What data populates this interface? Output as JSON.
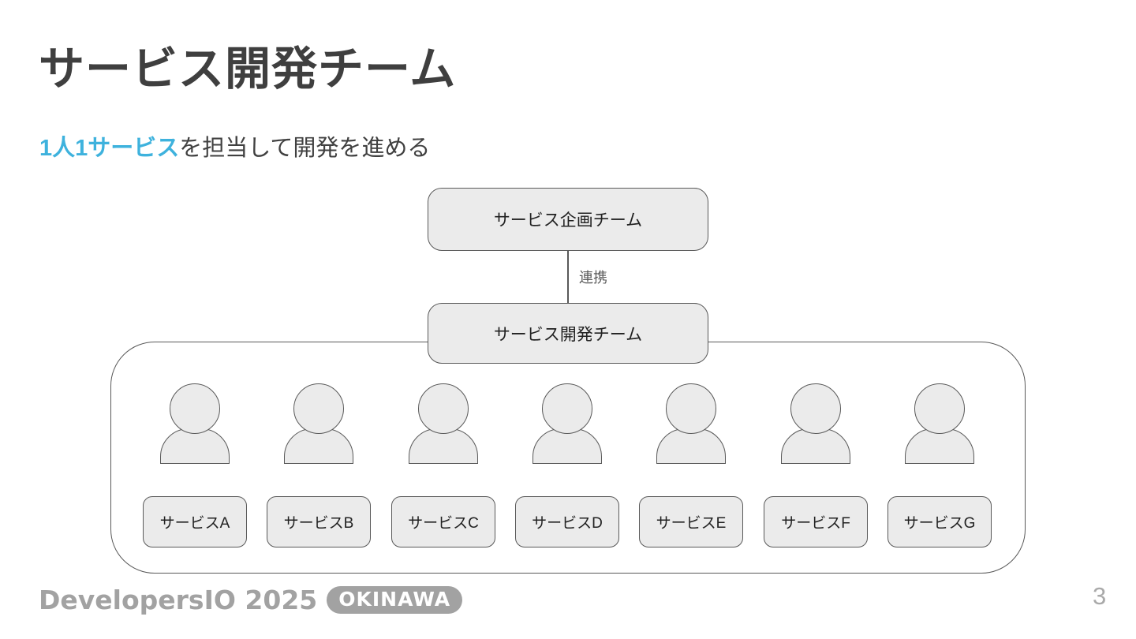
{
  "slide": {
    "title": "サービス開発チーム",
    "subtitle": {
      "highlight": "1人1サービス",
      "rest": "を担当して開発を進める"
    },
    "page_number": "3"
  },
  "diagram": {
    "planning_team_label": "サービス企画チーム",
    "dev_team_label": "サービス開発チーム",
    "connector_label": "連携",
    "services": [
      "サービスA",
      "サービスB",
      "サービスC",
      "サービスD",
      "サービスE",
      "サービスF",
      "サービスG"
    ],
    "member_icon": "person-icon"
  },
  "footer": {
    "logo_text": "DevelopersIO 2025",
    "badge_label": "OKINAWA"
  },
  "colors": {
    "accent_blue": "#3eb2dd",
    "title_gray": "#3f3f3f",
    "box_fill": "#ebebeb",
    "box_border": "#595959",
    "footer_gray": "#a2a2a2"
  }
}
